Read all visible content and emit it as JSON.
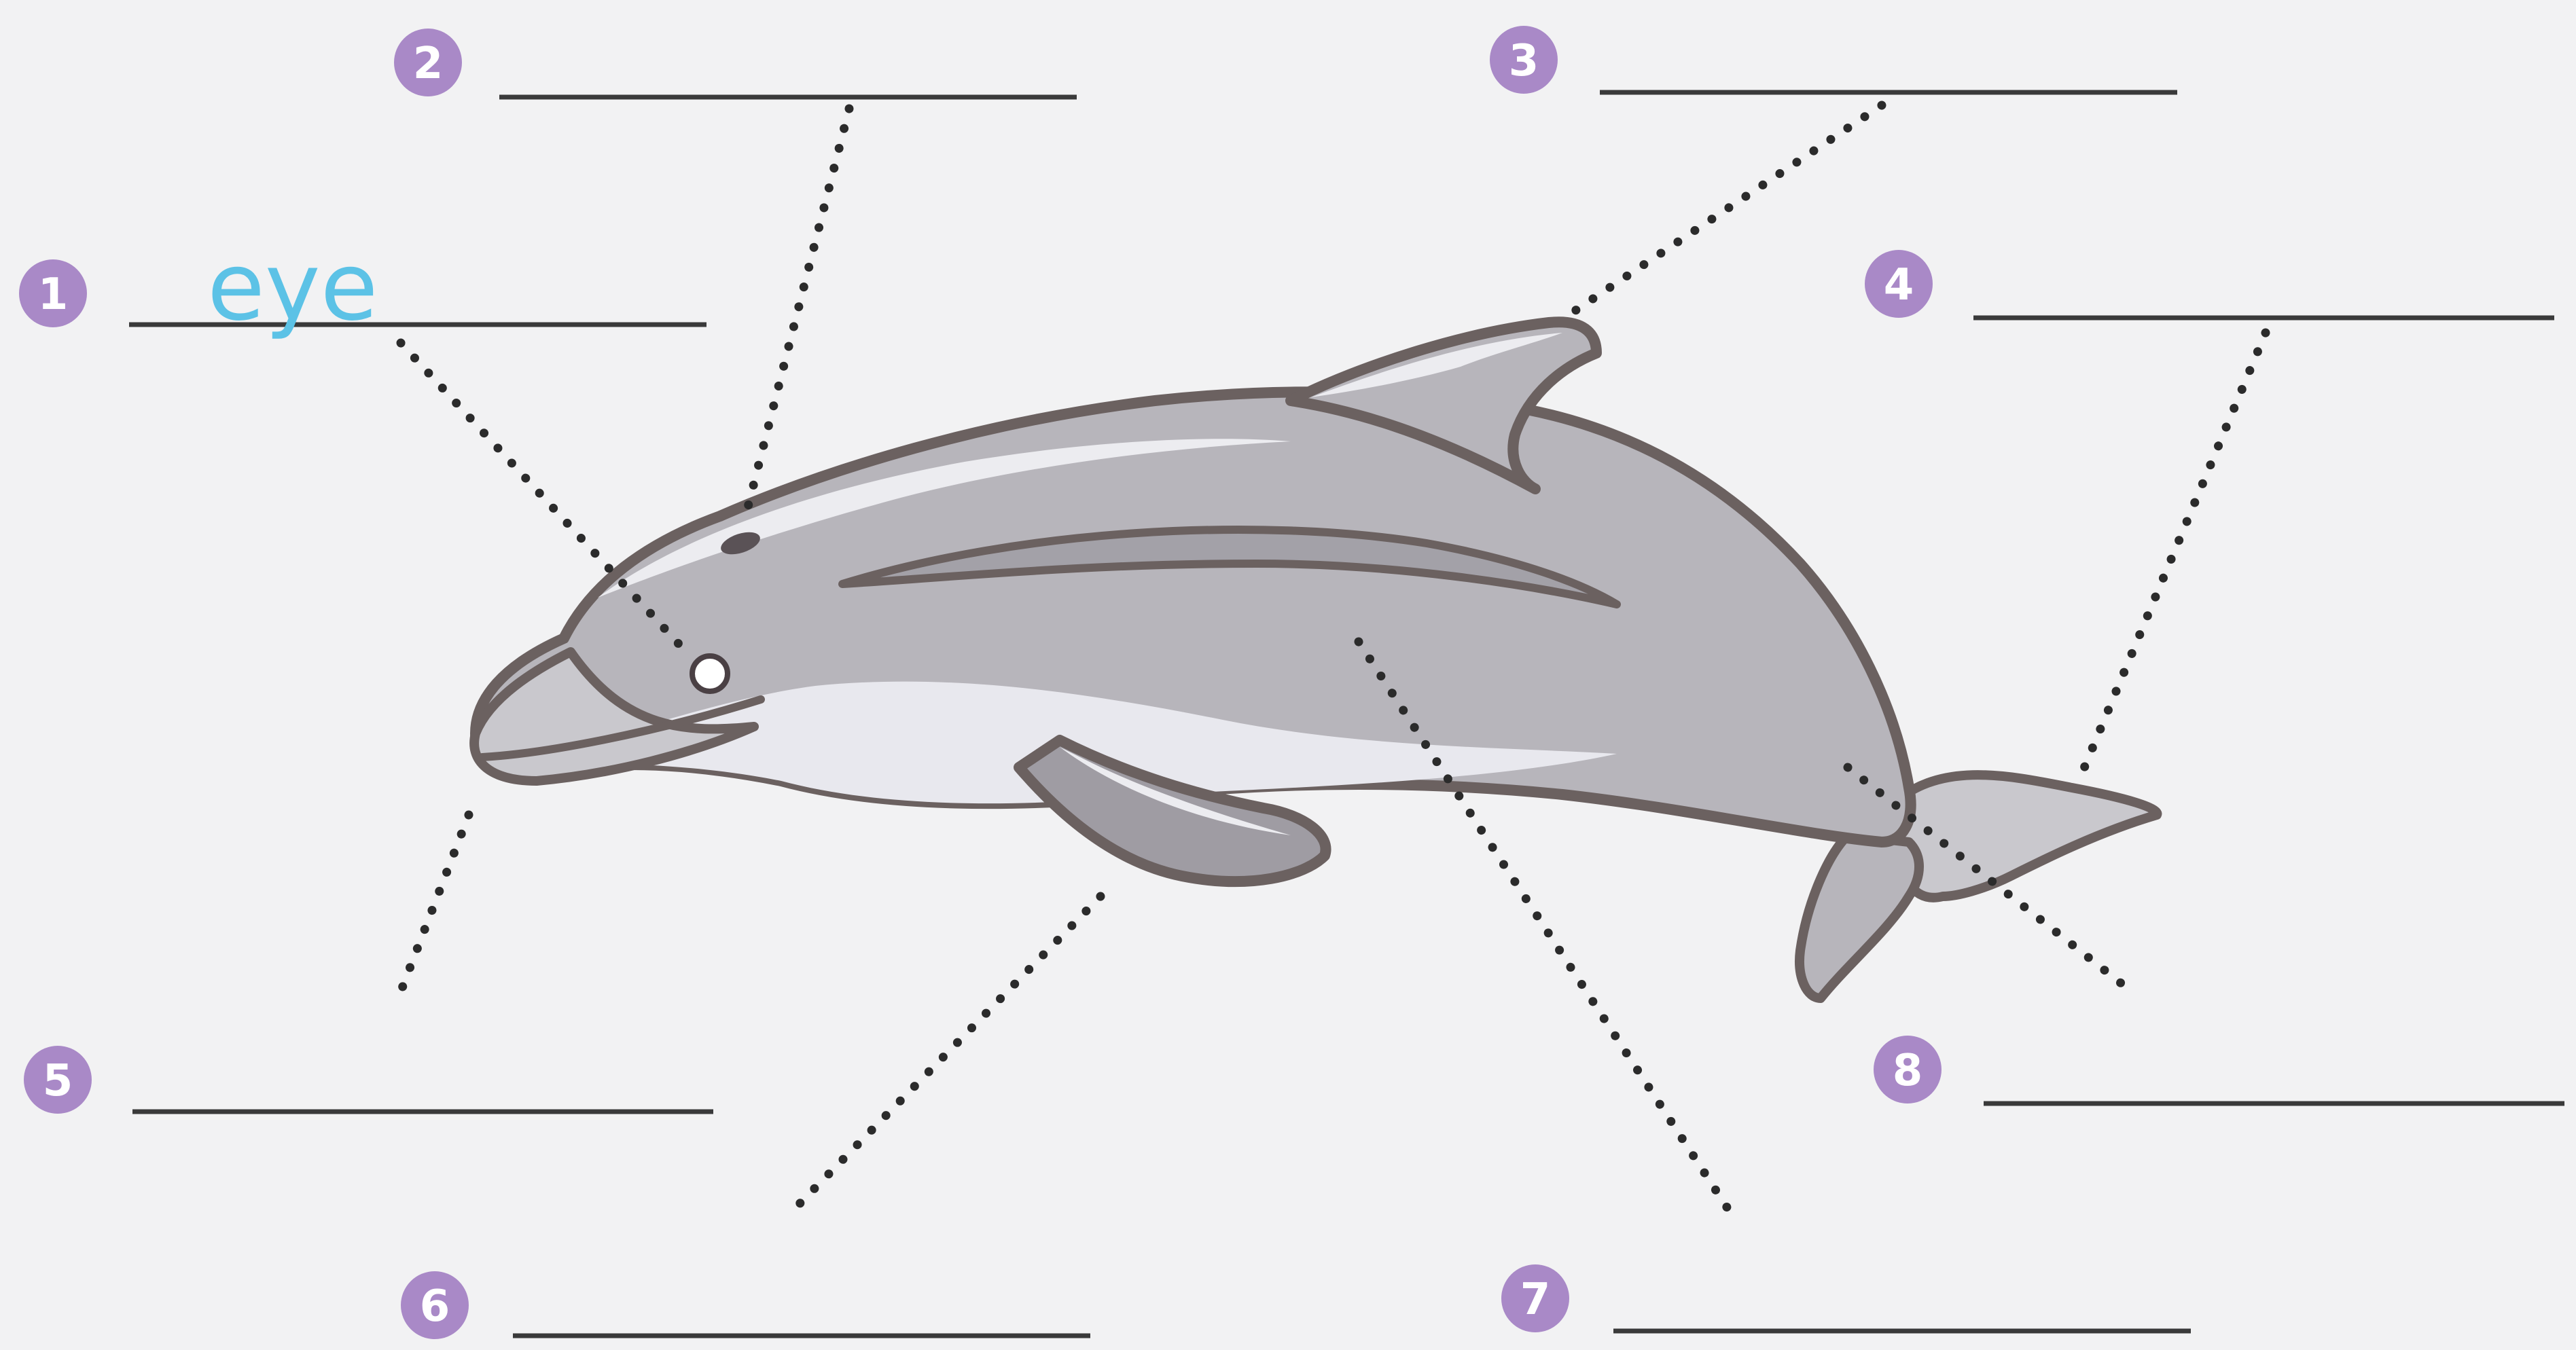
{
  "labels": [
    {
      "number": "1",
      "answer": "eye"
    },
    {
      "number": "2",
      "answer": ""
    },
    {
      "number": "3",
      "answer": ""
    },
    {
      "number": "4",
      "answer": ""
    },
    {
      "number": "5",
      "answer": ""
    },
    {
      "number": "6",
      "answer": ""
    },
    {
      "number": "7",
      "answer": ""
    },
    {
      "number": "8",
      "answer": ""
    }
  ],
  "colors": {
    "background": "#f2f2f3",
    "badge": "#a989c7",
    "answer_ink": "#5cc2e6",
    "line": "#3a3a3a",
    "dotted_leader": "#2b2b2b",
    "dolphin_body": "#b7b5bb",
    "dolphin_belly": "#e8e8ee",
    "dolphin_outline": "#6b6160"
  }
}
